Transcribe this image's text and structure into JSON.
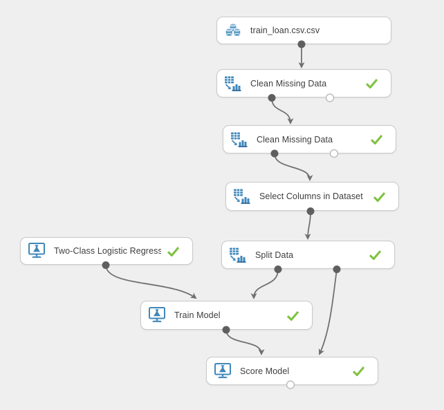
{
  "diagram": {
    "kind": "ml-experiment-pipeline",
    "background_color": "#efefef",
    "colors": {
      "node_fill": "#ffffff",
      "node_border": "#c9c9c9",
      "label_text": "#3d3d3d",
      "module_icon_blue": "#3f87ba",
      "dataset_icon_blue": "#5e9fc7",
      "dataset_icon_blue_light": "#8db9d8",
      "bar_baseline_blue": "#1d5e93",
      "success_check_green": "#7fc241",
      "connector_gray": "#707070",
      "port_filled_gray": "#5f5f5f",
      "port_open_border": "#bdbdbd"
    },
    "status_check_symbol": "✓",
    "nodes": [
      {
        "id": "dataset-1",
        "label": "train_loan.csv.csv",
        "icon": "dataset-icon",
        "status": "none",
        "output_ports": [
          {
            "state": "connected"
          }
        ]
      },
      {
        "id": "clean-missing-data-1",
        "label": "Clean Missing Data",
        "icon": "data-transform-icon",
        "status": "completed",
        "output_ports": [
          {
            "state": "connected"
          },
          {
            "state": "unconnected"
          }
        ]
      },
      {
        "id": "clean-missing-data-2",
        "label": "Clean Missing Data",
        "icon": "data-transform-icon",
        "status": "completed",
        "output_ports": [
          {
            "state": "connected"
          },
          {
            "state": "unconnected"
          }
        ]
      },
      {
        "id": "select-columns-in-dataset",
        "label": "Select Columns in Dataset",
        "icon": "data-transform-icon",
        "status": "completed",
        "output_ports": [
          {
            "state": "connected"
          }
        ]
      },
      {
        "id": "split-data",
        "label": "Split Data",
        "icon": "data-transform-icon",
        "status": "completed",
        "output_ports": [
          {
            "state": "connected"
          },
          {
            "state": "connected"
          }
        ]
      },
      {
        "id": "two-class-logistic-regression",
        "label": "Two-Class Logistic Regression",
        "icon": "ml-module-icon",
        "status": "completed",
        "output_ports": [
          {
            "state": "connected"
          }
        ]
      },
      {
        "id": "train-model",
        "label": "Train Model",
        "icon": "ml-module-icon",
        "status": "completed",
        "output_ports": [
          {
            "state": "connected"
          }
        ]
      },
      {
        "id": "score-model",
        "label": "Score Model",
        "icon": "ml-module-icon",
        "status": "completed",
        "output_ports": [
          {
            "state": "unconnected"
          }
        ]
      }
    ],
    "edges": [
      {
        "from": "dataset-1",
        "from_port": 1,
        "to": "clean-missing-data-1",
        "to_port": 1
      },
      {
        "from": "clean-missing-data-1",
        "from_port": 1,
        "to": "clean-missing-data-2",
        "to_port": 1
      },
      {
        "from": "clean-missing-data-2",
        "from_port": 1,
        "to": "select-columns-in-dataset",
        "to_port": 1
      },
      {
        "from": "select-columns-in-dataset",
        "from_port": 1,
        "to": "split-data",
        "to_port": 1
      },
      {
        "from": "split-data",
        "from_port": 1,
        "to": "train-model",
        "to_port": 2
      },
      {
        "from": "split-data",
        "from_port": 2,
        "to": "score-model",
        "to_port": 2
      },
      {
        "from": "two-class-logistic-regression",
        "from_port": 1,
        "to": "train-model",
        "to_port": 1
      },
      {
        "from": "train-model",
        "from_port": 1,
        "to": "score-model",
        "to_port": 1
      }
    ]
  }
}
